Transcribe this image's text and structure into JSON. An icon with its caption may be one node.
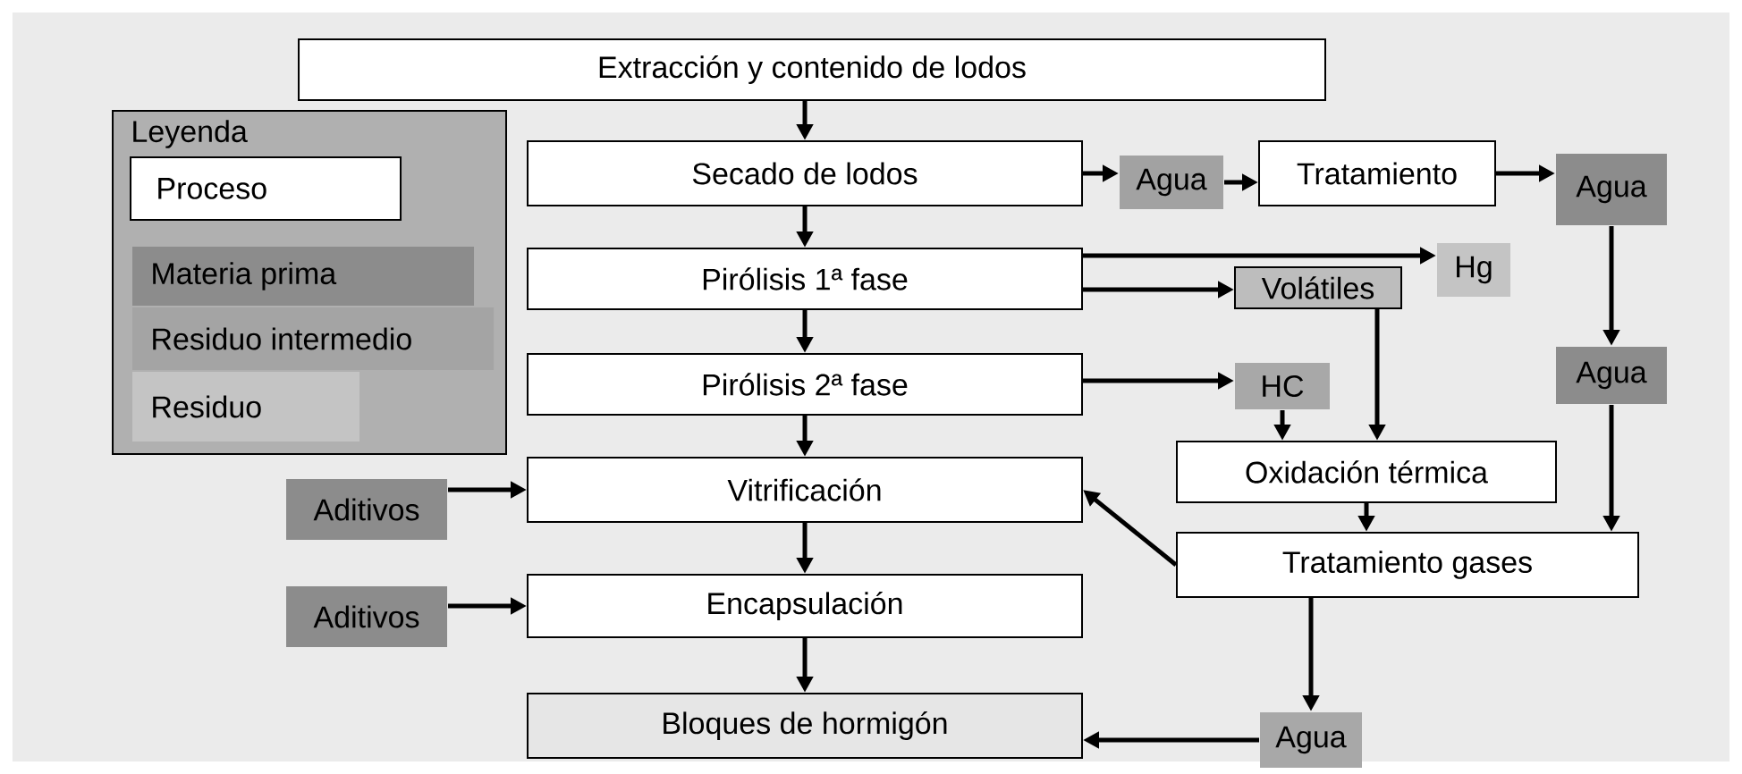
{
  "diagram": {
    "nodes": [
      {
        "text": [
          "Extracción y contenido de lodos"
        ]
      },
      {
        "text": [
          "Secado de lodos"
        ]
      },
      {
        "text": [
          "Agua"
        ]
      },
      {
        "text": [
          "Tratamiento"
        ]
      },
      {
        "text": [
          "Agua"
        ]
      },
      {
        "text": [
          "Pirólisis 1ª fase"
        ]
      },
      {
        "text": [
          "Hg"
        ]
      },
      {
        "text": [
          "Volátiles"
        ]
      },
      {
        "text": [
          "Pirólisis 2ª fase"
        ]
      },
      {
        "text": [
          "HC"
        ]
      },
      {
        "text": [
          "Agua"
        ]
      },
      {
        "text": [
          "Aditivos"
        ]
      },
      {
        "text": [
          "Vitrificación"
        ]
      },
      {
        "text": [
          "Oxidación térmica"
        ]
      },
      {
        "text": [
          "Tratamiento gases"
        ]
      },
      {
        "text": [
          "Aditivos"
        ]
      },
      {
        "text": [
          "Encapsulación"
        ]
      },
      {
        "text": [
          "Bloques de hormigón"
        ]
      },
      {
        "text": [
          "Agua"
        ]
      }
    ],
    "edges": [
      {
        "from": 0,
        "to": 1,
        "arrow": "to"
      },
      {
        "from": 1,
        "to": 5,
        "arrow": "to"
      },
      {
        "from": 5,
        "to": 8,
        "arrow": "to"
      },
      {
        "from": 8,
        "to": 12,
        "arrow": "to"
      },
      {
        "from": 12,
        "to": 16,
        "arrow": "to"
      },
      {
        "from": 16,
        "to": 17,
        "arrow": "to"
      },
      {
        "from": 1,
        "to": 2,
        "arrow": "to"
      },
      {
        "from": 2,
        "to": 3,
        "arrow": "to"
      },
      {
        "from": 3,
        "to": 4,
        "arrow": "to"
      },
      {
        "from": 5,
        "to": 6,
        "arrow": "to"
      },
      {
        "from": 5,
        "to": 7,
        "arrow": "to"
      },
      {
        "from": 8,
        "to": 9,
        "arrow": "to"
      },
      {
        "from": 4,
        "to": 10,
        "arrow": "to"
      },
      {
        "from": 9,
        "to": 13,
        "arrow": "to"
      },
      {
        "from": 7,
        "to": 13,
        "arrow": "to"
      },
      {
        "from": 10,
        "to": 14,
        "arrow": "to"
      },
      {
        "from": 13,
        "to": 14,
        "arrow": "to"
      },
      {
        "from": 14,
        "to": 12,
        "arrow": "to"
      },
      {
        "from": 14,
        "to": 18,
        "arrow": "to"
      },
      {
        "from": 18,
        "to": 17,
        "arrow": "to"
      },
      {
        "from": 11,
        "to": 12,
        "arrow": "to"
      },
      {
        "from": 15,
        "to": 16,
        "arrow": "to"
      }
    ],
    "labels": [
      "Leyenda"
    ],
    "legend": [
      {
        "text": "Proceso",
        "color": "#ffffff"
      },
      {
        "text": "Materia prima",
        "color": "#8c8c8c"
      },
      {
        "text": "Residuo intermedio",
        "color": "#a4a4a4"
      },
      {
        "text": "Residuo",
        "color": "#c4c4c4"
      }
    ]
  }
}
